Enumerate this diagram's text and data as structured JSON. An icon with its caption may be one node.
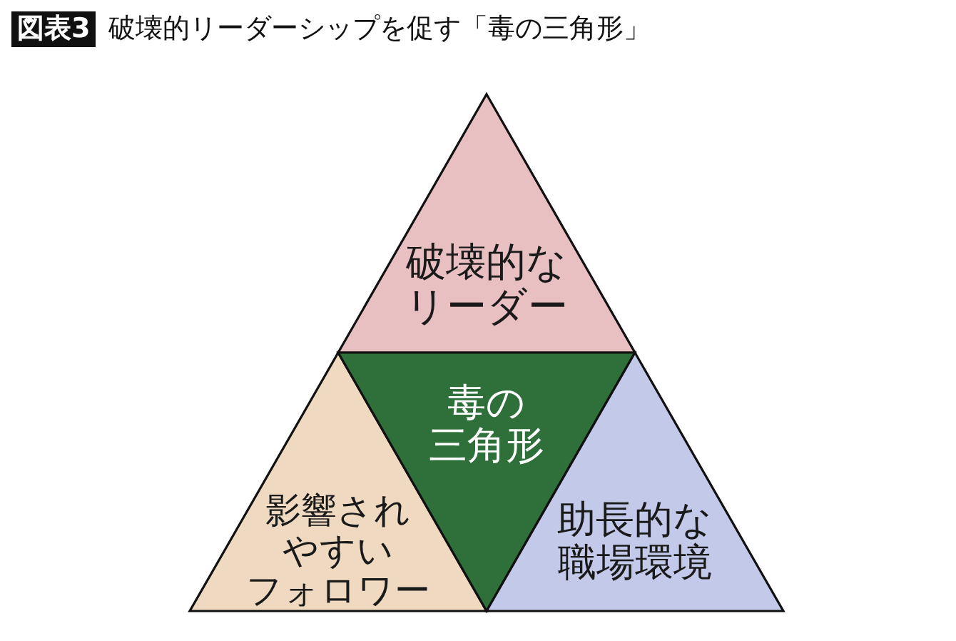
{
  "diagram": {
    "title": "破壊的リーダーシップを促す「毒の三角形」",
    "nodes": [
      {
        "text": [
          "破壊的なリーダー"
        ]
      },
      {
        "text": [
          "影響されやすいフォロワー"
        ]
      },
      {
        "text": [
          "毒の三角形"
        ]
      },
      {
        "text": [
          "助長的な職場環境"
        ]
      }
    ],
    "labels": [
      "図表3"
    ]
  }
}
